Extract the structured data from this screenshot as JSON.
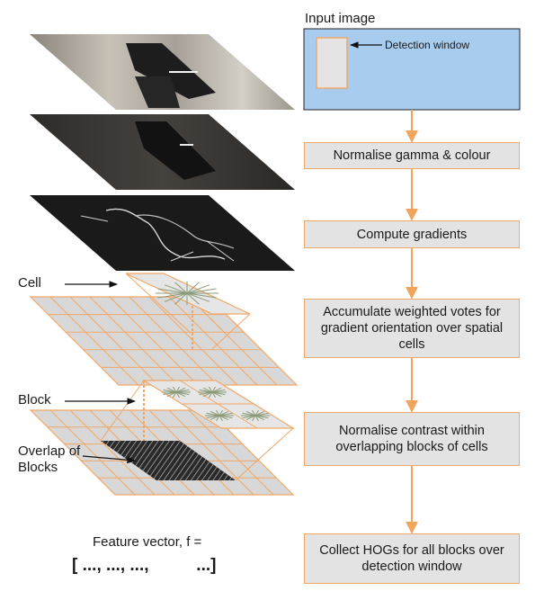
{
  "input": {
    "title": "Input image",
    "window_label": "Detection window"
  },
  "steps": [
    {
      "text": "Normalise gamma & colour"
    },
    {
      "text": "Compute gradients"
    },
    {
      "text": "Accumulate weighted votes for gradient orientation over spatial cells"
    },
    {
      "text": "Normalise contrast within overlapping blocks of cells"
    },
    {
      "text": "Collect HOGs for all blocks over detection window"
    }
  ],
  "labels": {
    "cell": "Cell",
    "block": "Block",
    "overlap": "Overlap of Blocks",
    "feature_vector": "Feature vector, f =",
    "feature_vector_value": "[ ..., ..., ...,          ...]"
  },
  "colors": {
    "flow_arrow": "#f0a45c",
    "box_fill": "#e3e3e3",
    "box_border": "#f0a868",
    "input_fill": "#a8ccee",
    "grid_line": "#f0a868",
    "grid_fill": "#d8d8d8"
  }
}
